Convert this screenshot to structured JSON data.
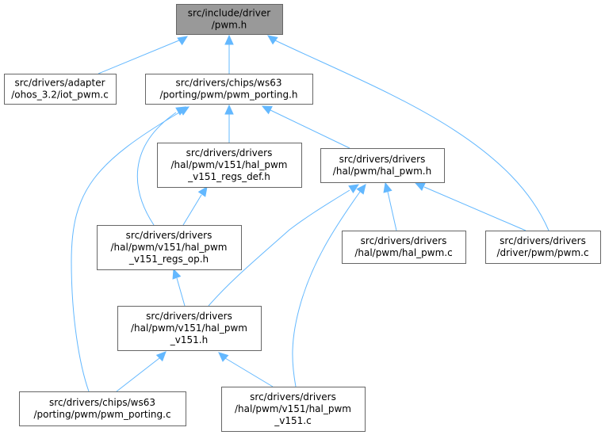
{
  "graph": {
    "nodes": {
      "pwm_h": [
        "src/include/driver",
        "/pwm.h"
      ],
      "iot_pwm_c": [
        "src/drivers/adapter",
        "/ohos_3.2/iot_pwm.c"
      ],
      "pwm_porting_h": [
        "src/drivers/chips/ws63",
        "/porting/pwm/pwm_porting.h"
      ],
      "regs_def_h": [
        "src/drivers/drivers",
        "/hal/pwm/v151/hal_pwm",
        "_v151_regs_def.h"
      ],
      "hal_pwm_h": [
        "src/drivers/drivers",
        "/hal/pwm/hal_pwm.h"
      ],
      "regs_op_h": [
        "src/drivers/drivers",
        "/hal/pwm/v151/hal_pwm",
        "_v151_regs_op.h"
      ],
      "hal_pwm_c": [
        "src/drivers/drivers",
        "/hal/pwm/hal_pwm.c"
      ],
      "driver_pwm_c": [
        "src/drivers/drivers",
        "/driver/pwm/pwm.c"
      ],
      "hal_pwm_v151_h": [
        "src/drivers/drivers",
        "/hal/pwm/v151/hal_pwm",
        "_v151.h"
      ],
      "pwm_porting_c": [
        "src/drivers/chips/ws63",
        "/porting/pwm/pwm_porting.c"
      ],
      "hal_pwm_v151_c": [
        "src/drivers/drivers",
        "/hal/pwm/v151/hal_pwm",
        "_v151.c"
      ]
    }
  },
  "colors": {
    "edge": "#63b8ff",
    "root_fill": "#999999",
    "node_border": "#666666"
  }
}
